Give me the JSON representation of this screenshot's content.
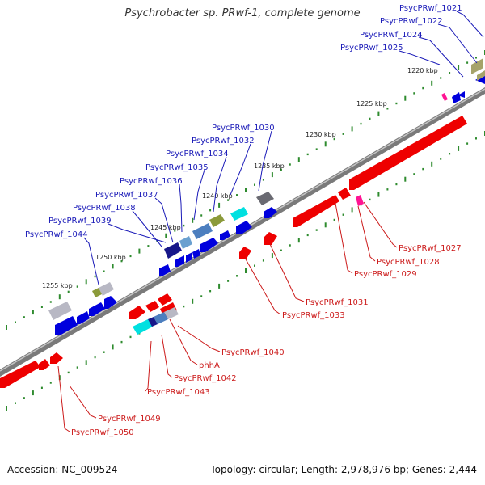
{
  "title": "Psychrobacter sp. PRwf-1, complete genome",
  "footer": {
    "accession": "Accession: NC_009524",
    "summary": "Topology: circular; Length: 2,978,976 bp; Genes: 2,444"
  },
  "ruler_labels": [
    "1220 kbp",
    "1225 kbp",
    "1230 kbp",
    "1235 kbp",
    "1240 kbp",
    "1245 kbp",
    "1250 kbp",
    "1255 kbp"
  ],
  "forward_gene_labels": [
    "PsycPRwf_1021",
    "PsycPRwf_1022",
    "PsycPRwf_1024",
    "PsycPRwf_1025",
    "PsycPRwf_1030",
    "PsycPRwf_1032",
    "PsycPRwf_1034",
    "PsycPRwf_1035",
    "PsycPRwf_1036",
    "PsycPRwf_1037",
    "PsycPRwf_1038",
    "PsycPRwf_1039",
    "PsycPRwf_1044"
  ],
  "reverse_gene_labels": [
    "PsycPRwf_1027",
    "PsycPRwf_1028",
    "PsycPRwf_1029",
    "PsycPRwf_1031",
    "PsycPRwf_1033",
    "PsycPRwf_1040",
    "phhA",
    "PsycPRwf_1042",
    "PsycPRwf_1043",
    "PsycPRwf_1049",
    "PsycPRwf_1050"
  ],
  "colors": {
    "forward_strand": "#0000dd",
    "reverse_strand": "#ee0000",
    "backbone": "#777777",
    "ticks": "#2e8b2e",
    "forward_label": "#1a1ab8",
    "reverse_label": "#cc1a1a",
    "rna": "#ff1493",
    "rrna_olive": "#a6a36a",
    "rrna_green": "#8b9a3a",
    "rrna_gray": "#b8b8c4",
    "rrna_dark": "#6a6a72",
    "rrna_navy": "#17178a",
    "rrna_steel": "#4d7fbf",
    "rrna_cyan": "#00e0e0"
  }
}
